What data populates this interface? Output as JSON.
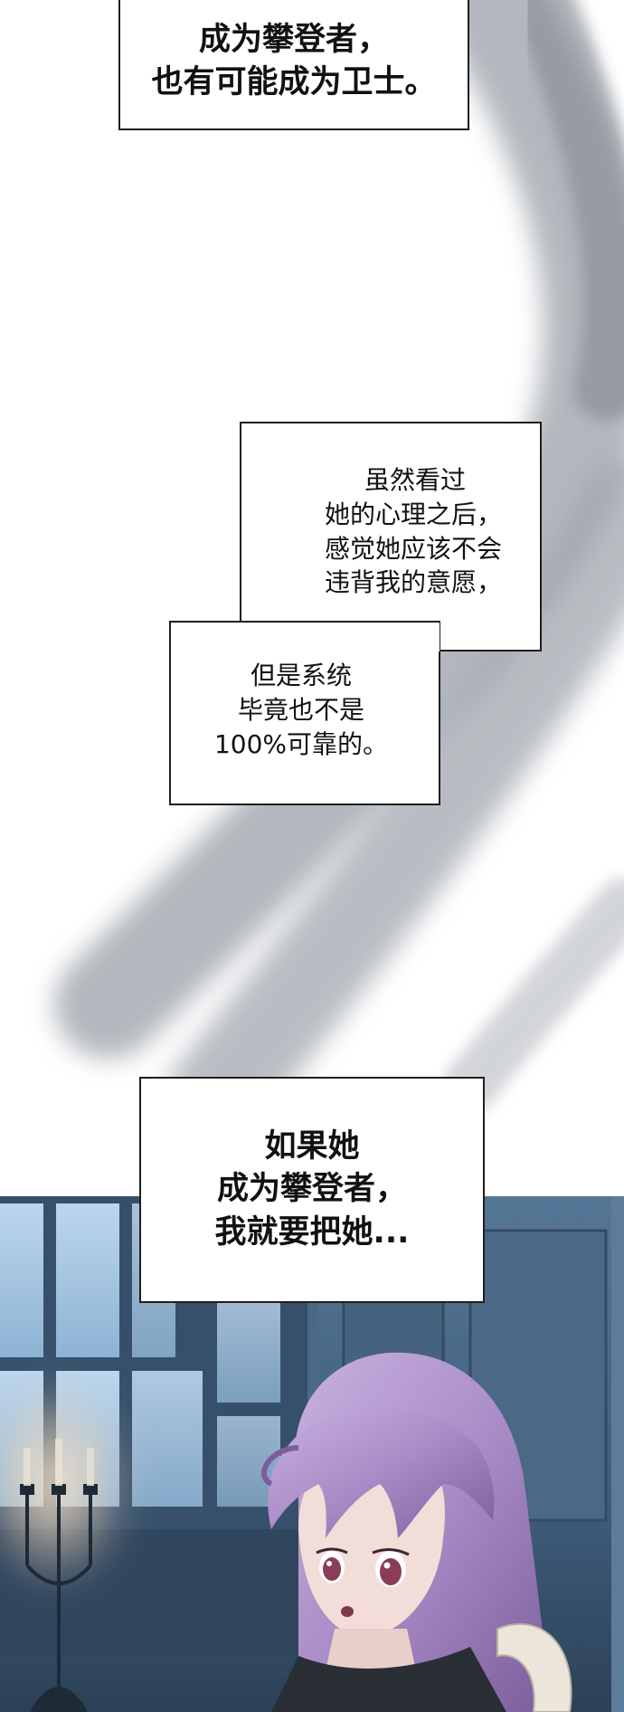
{
  "panels": {
    "caption_top": {
      "lines": [
        "成为攀登者，",
        "也有可能成为卫士。"
      ]
    },
    "caption_mid_upper": {
      "lines": [
        "虽然看过",
        "她的心理之后，",
        "感觉她应该不会",
        "违背我的意愿，"
      ]
    },
    "caption_mid_lower": {
      "lines": [
        "但是系统",
        "毕竟也不是",
        "100%可靠的。"
      ]
    },
    "caption_bottom": {
      "lines": [
        "如果她",
        "成为攀登者，",
        "我就要把她..."
      ]
    }
  },
  "colors": {
    "background": "#ffffff",
    "ribbon": "#8e949e",
    "night_blue": "#3e5c7a",
    "window_glow": "#aacbe6",
    "hair": "#a98cc6",
    "skin": "#f3ddd8",
    "eye": "#8a3d58",
    "candle_glow": "#f2d7b8"
  },
  "icons": [
    "candelabra-icon"
  ]
}
